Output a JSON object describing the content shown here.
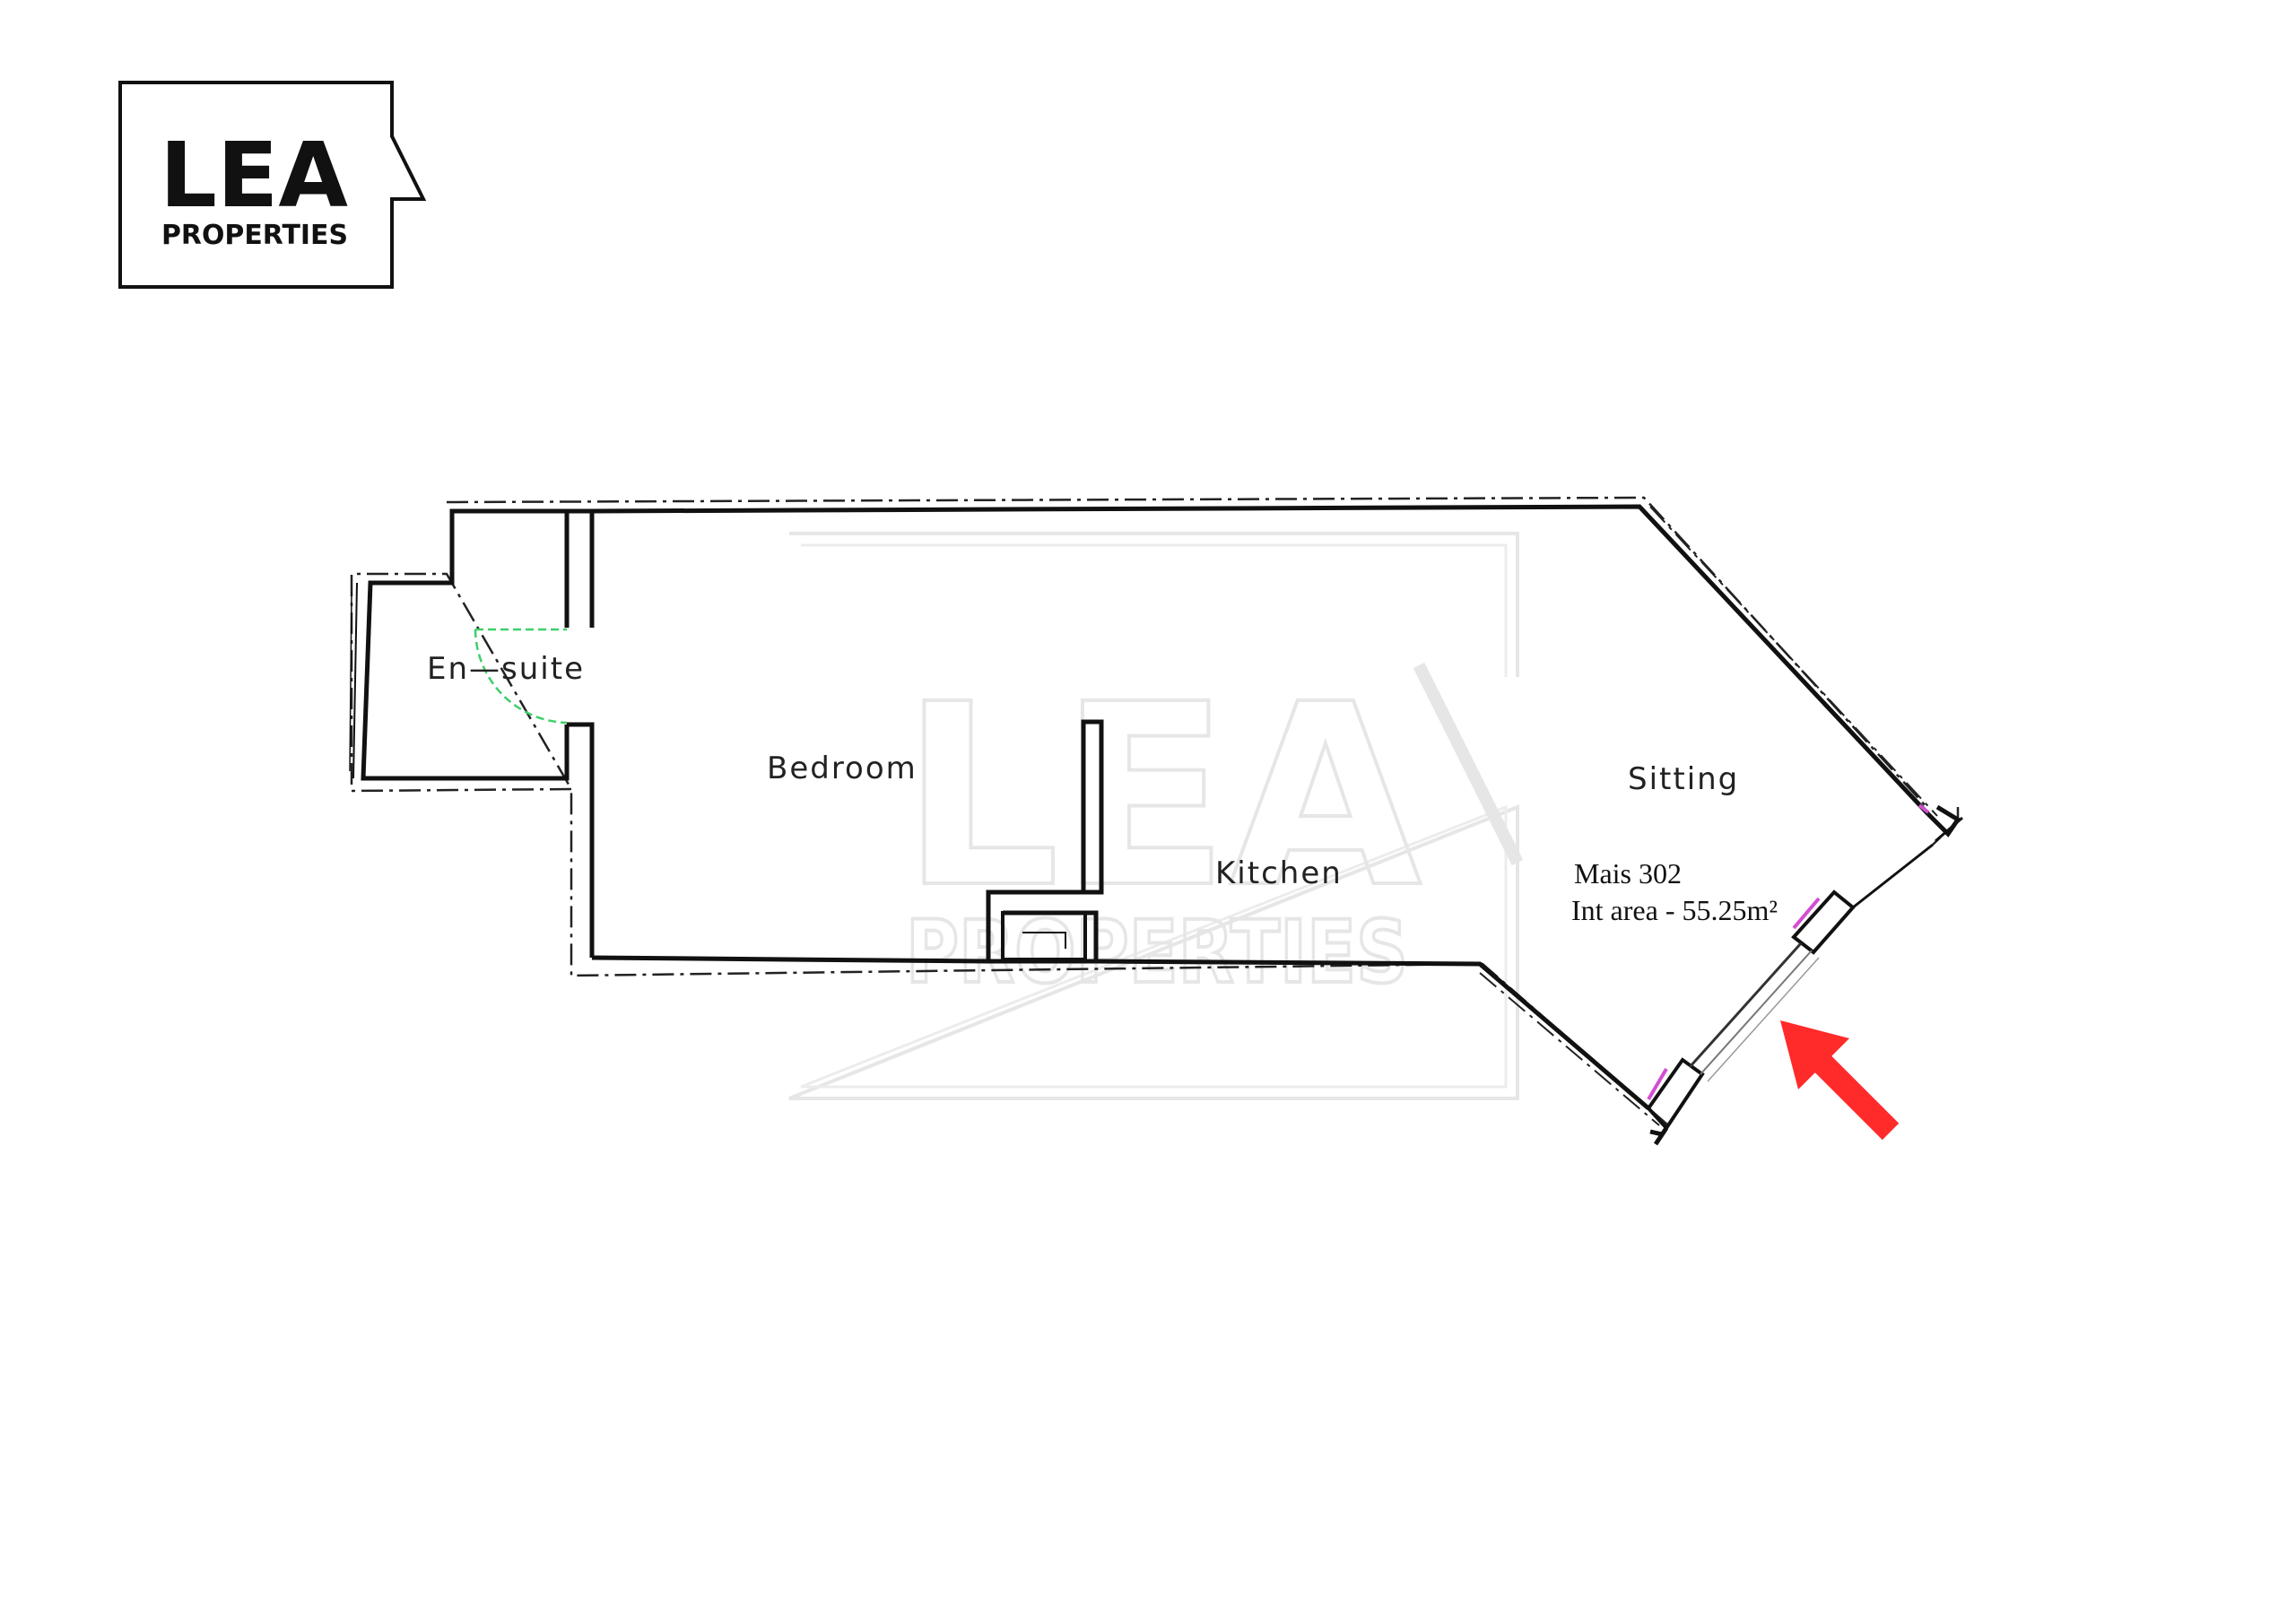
{
  "logo": {
    "title": "LEA",
    "subtitle": "PROPERTIES"
  },
  "watermark": {
    "title": "LEA",
    "subtitle": "PROPERTIES"
  },
  "rooms": {
    "ensuite": "En—suite",
    "bedroom": "Bedroom",
    "kitchen": "Kitchen",
    "sitting": "Sitting"
  },
  "unit": {
    "name": "Mais 302",
    "area": "Int area - 55.25m²"
  },
  "colors": {
    "wall": "#111111",
    "door_swing": "#3ecf6a",
    "window_frame": "#d24fd2",
    "arrow": "#ff2a2a",
    "watermark": "#e6e6e6"
  },
  "icons": {
    "arrow": "arrow-up-left-icon"
  }
}
